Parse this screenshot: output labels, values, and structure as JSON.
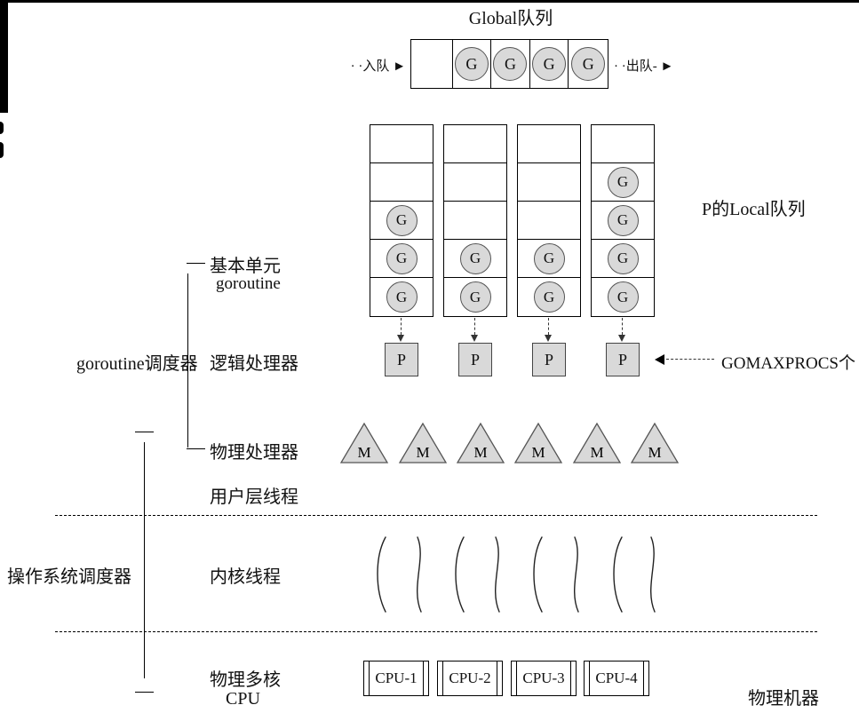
{
  "title": "Global队列",
  "global_queue": {
    "enqueue_label": "· ·入队 ►",
    "dequeue_label": "· ·出队- ►",
    "items": [
      "G",
      "G",
      "G",
      "G"
    ]
  },
  "local_queues": {
    "label": "P的Local队列",
    "columns": [
      {
        "cells": [
          "",
          "",
          "G",
          "G",
          "G"
        ]
      },
      {
        "cells": [
          "",
          "",
          "",
          "G",
          "G"
        ]
      },
      {
        "cells": [
          "",
          "",
          "",
          "G",
          "G"
        ]
      },
      {
        "cells": [
          "",
          "G",
          "G",
          "G",
          "G"
        ]
      }
    ]
  },
  "processors": {
    "p_label": "P",
    "gomaxprocs_label": "GOMAXPROCS个"
  },
  "machine_threads": {
    "m_label": "M"
  },
  "left_labels": {
    "basic_unit": "基本单元",
    "goroutine": "goroutine",
    "goroutine_scheduler": "goroutine调度器",
    "logical_processor": "逻辑处理器",
    "physical_processor": "物理处理器",
    "user_threads": "用户层线程",
    "os_scheduler": "操作系统调度器",
    "kernel_threads": "内核线程",
    "physical_cpu_line1": "物理多核",
    "physical_cpu_line2": "CPU"
  },
  "cpus": [
    "CPU-1",
    "CPU-2",
    "CPU-3",
    "CPU-4"
  ],
  "physical_machine_label": "物理机器",
  "colors": {
    "shape_fill": "#d9d9d9",
    "line": "#000000"
  }
}
